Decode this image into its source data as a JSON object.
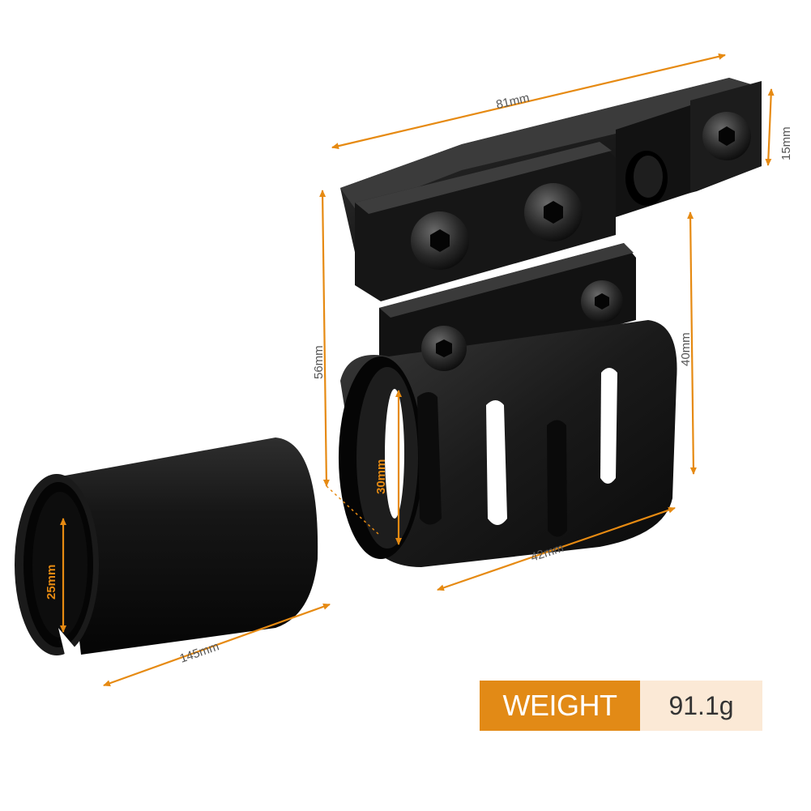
{
  "dimensions": {
    "length_rail": "81mm",
    "rail_height": "15mm",
    "total_height": "56mm",
    "ring_height": "40mm",
    "ring_diameter": "30mm",
    "ring_depth": "42mm",
    "sleeve_length": "145mm",
    "sleeve_diameter": "25mm"
  },
  "weight": {
    "label": "WEIGHT",
    "value": "91.1g"
  },
  "colors": {
    "accent": "#e28a16",
    "accent_light": "#fbe9d6",
    "arrow": "#e68a12",
    "part": "#141414"
  }
}
